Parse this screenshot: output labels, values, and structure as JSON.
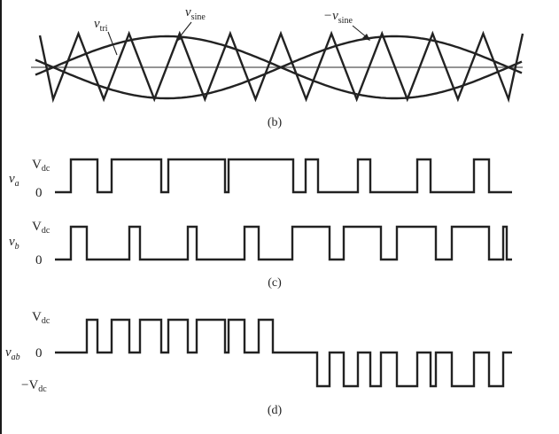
{
  "colors": {
    "ink": "#222222",
    "axis": "#555555",
    "background": "#ffffff"
  },
  "panel_b": {
    "caption": "(b)",
    "label_vtri": {
      "base": "v",
      "sub": "tri"
    },
    "label_vsine": {
      "base": "v",
      "sub": "sine"
    },
    "label_neg_vsine": {
      "base": "−v",
      "sub": "sine"
    },
    "carrier_to_reference_ratio": 9
  },
  "panel_c": {
    "caption": "(c)",
    "va": {
      "name_base": "v",
      "name_sub": "a",
      "high_base": "V",
      "high_sub": "dc",
      "low": "0"
    },
    "vb": {
      "name_base": "v",
      "name_sub": "b",
      "high_base": "V",
      "high_sub": "dc",
      "low": "0"
    }
  },
  "panel_d": {
    "caption": "(d)",
    "vab": {
      "name_base": "v",
      "name_sub": "ab",
      "high_base": "V",
      "high_sub": "dc",
      "zero": "0",
      "low_base": "−V",
      "low_sub": "dc"
    }
  }
}
